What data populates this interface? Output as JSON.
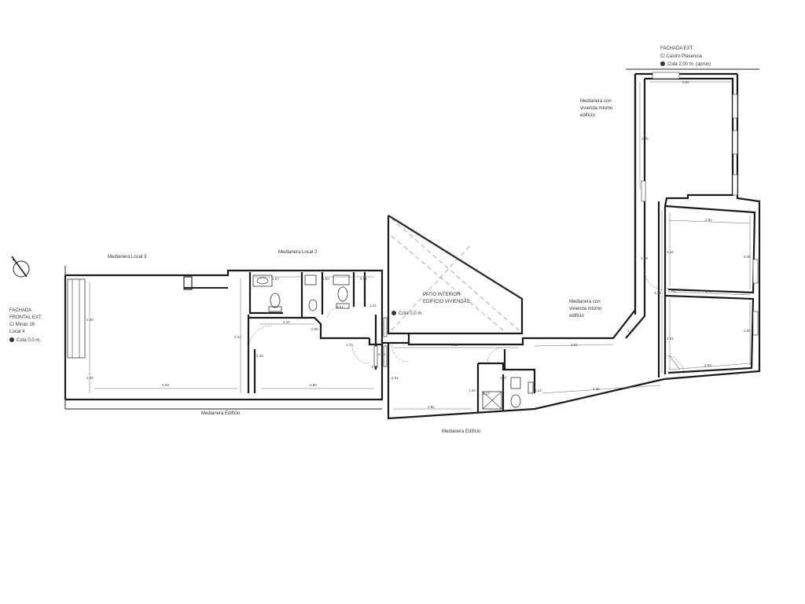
{
  "labels": {
    "fachada_ext_title": "FACHADA EXT.",
    "fachada_ext_street": "C/ Castro Plasencia",
    "fachada_ext_cota": "Cota 2,00 m. (aprox)",
    "fachada_frontal_1": "FACHADA",
    "fachada_frontal_2": "FRONTAL EXT.",
    "fachada_frontal_3": "C/ Minas 16",
    "fachada_frontal_4": "Local 4",
    "fachada_frontal_cota": "Cota 0,0 m.",
    "medianera_local3": "Medianera Local 3",
    "medianera_local2": "Medianera Local 2",
    "medianera_edificio_1": "Medianera Edificio",
    "medianera_edificio_2": "Medianera Edificio",
    "medianera_viv_top_1": "Medianera con",
    "medianera_viv_top_2": "vivienda mismo",
    "medianera_viv_top_3": "edificio",
    "medianera_viv_mid_1": "Medianera con",
    "medianera_viv_mid_2": "vivienda mismo",
    "medianera_viv_mid_3": "edificio",
    "patio_1": "PATIO INTERIOR",
    "patio_2": "EDIFICIO VIVIENDAS",
    "patio_cota": "Cota 0,0 m."
  },
  "dimensions": {
    "d_0_82": "0.82",
    "d_3_75": "3.75",
    "d_2_81": "2.81",
    "d_3_38": "3.38",
    "d_3_16": "3.16",
    "d_3_35": "3.35",
    "d_3_36": "3.36",
    "d_2_59": "2.59",
    "d_3_31": "3.31",
    "d_1_60": "1.60",
    "d_2_84": "2.84",
    "d_4_06": "4.06",
    "d_1_17": "1.17",
    "d_2_51": "2.51",
    "d_4_18": "4.18",
    "d_2_40": "2.40",
    "d_1_34": "1.34",
    "d_4_83": "4.83",
    "d_3_44": "3.44",
    "d_2_28": "2.28",
    "d_3_85": "3.85",
    "d_2_10": "2.10",
    "d_0_98": "0.98",
    "d_1_73": "1.73",
    "d_1_57": "1.57",
    "d_1_52": "1.52",
    "d_0_85": "0.85",
    "d_1_21": "1.21",
    "d_1_41": "1.41",
    "d_0_78": "0.78",
    "d_1_52b": "1.52",
    "d_2_31": "2.31",
    "d_2_85": "2.85",
    "d_1_47": "1.47",
    "d_1_29": "1.29",
    "d_1_17b": "1.17",
    "d_1_12": "1.12"
  },
  "icons": {
    "north": "north-arrow-icon",
    "level": "level-marker-icon"
  }
}
